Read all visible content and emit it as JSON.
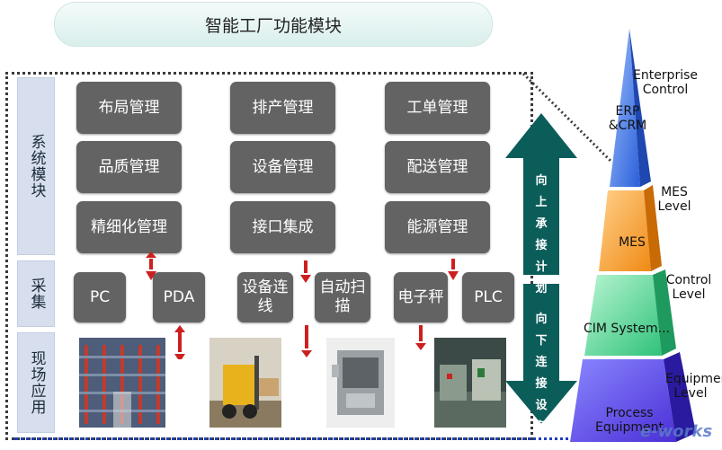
{
  "title": "智能工厂功能模块",
  "side_labels": {
    "system": "系统模块",
    "collect": "采集",
    "field": "现场应用"
  },
  "modules": [
    [
      "布局管理",
      "排产管理",
      "工单管理"
    ],
    [
      "品质管理",
      "设备管理",
      "配送管理"
    ],
    [
      "精细化管理",
      "接口集成",
      "能源管理"
    ]
  ],
  "collect": [
    "PC",
    "PDA",
    "设备连线",
    "自动扫描",
    "电子秤",
    "PLC"
  ],
  "arrows": {
    "up": "向上承接计划",
    "down": "向下连接设备"
  },
  "pyramid": {
    "enterprise": "Enterprise Control",
    "erp": "ERP &CRM",
    "mes_level": "MES Level",
    "mes": "MES",
    "control_level": "Control Level",
    "cim": "CIM System...",
    "equipment_level": "Equipment Level",
    "process": "Process Equipment"
  },
  "watermark": "e-works",
  "colors": {
    "module": "#636363",
    "arrow": "#0b5d5a",
    "label_bg": "#d7dfee",
    "connector": "#cc2020"
  }
}
